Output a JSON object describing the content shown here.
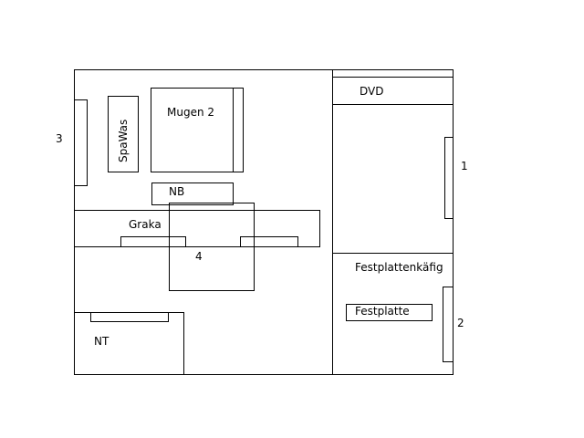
{
  "labels": {
    "dvd": "DVD",
    "mugen": "Mugen 2",
    "spawas": "SpaWas",
    "nb": "NB",
    "graka": "Graka",
    "num_1": "1",
    "num_2": "2",
    "num_3": "3",
    "num_4": "4",
    "festplattenkaefig": "Festplattenkäfig",
    "festplatte": "Festplatte",
    "nt": "NT"
  }
}
